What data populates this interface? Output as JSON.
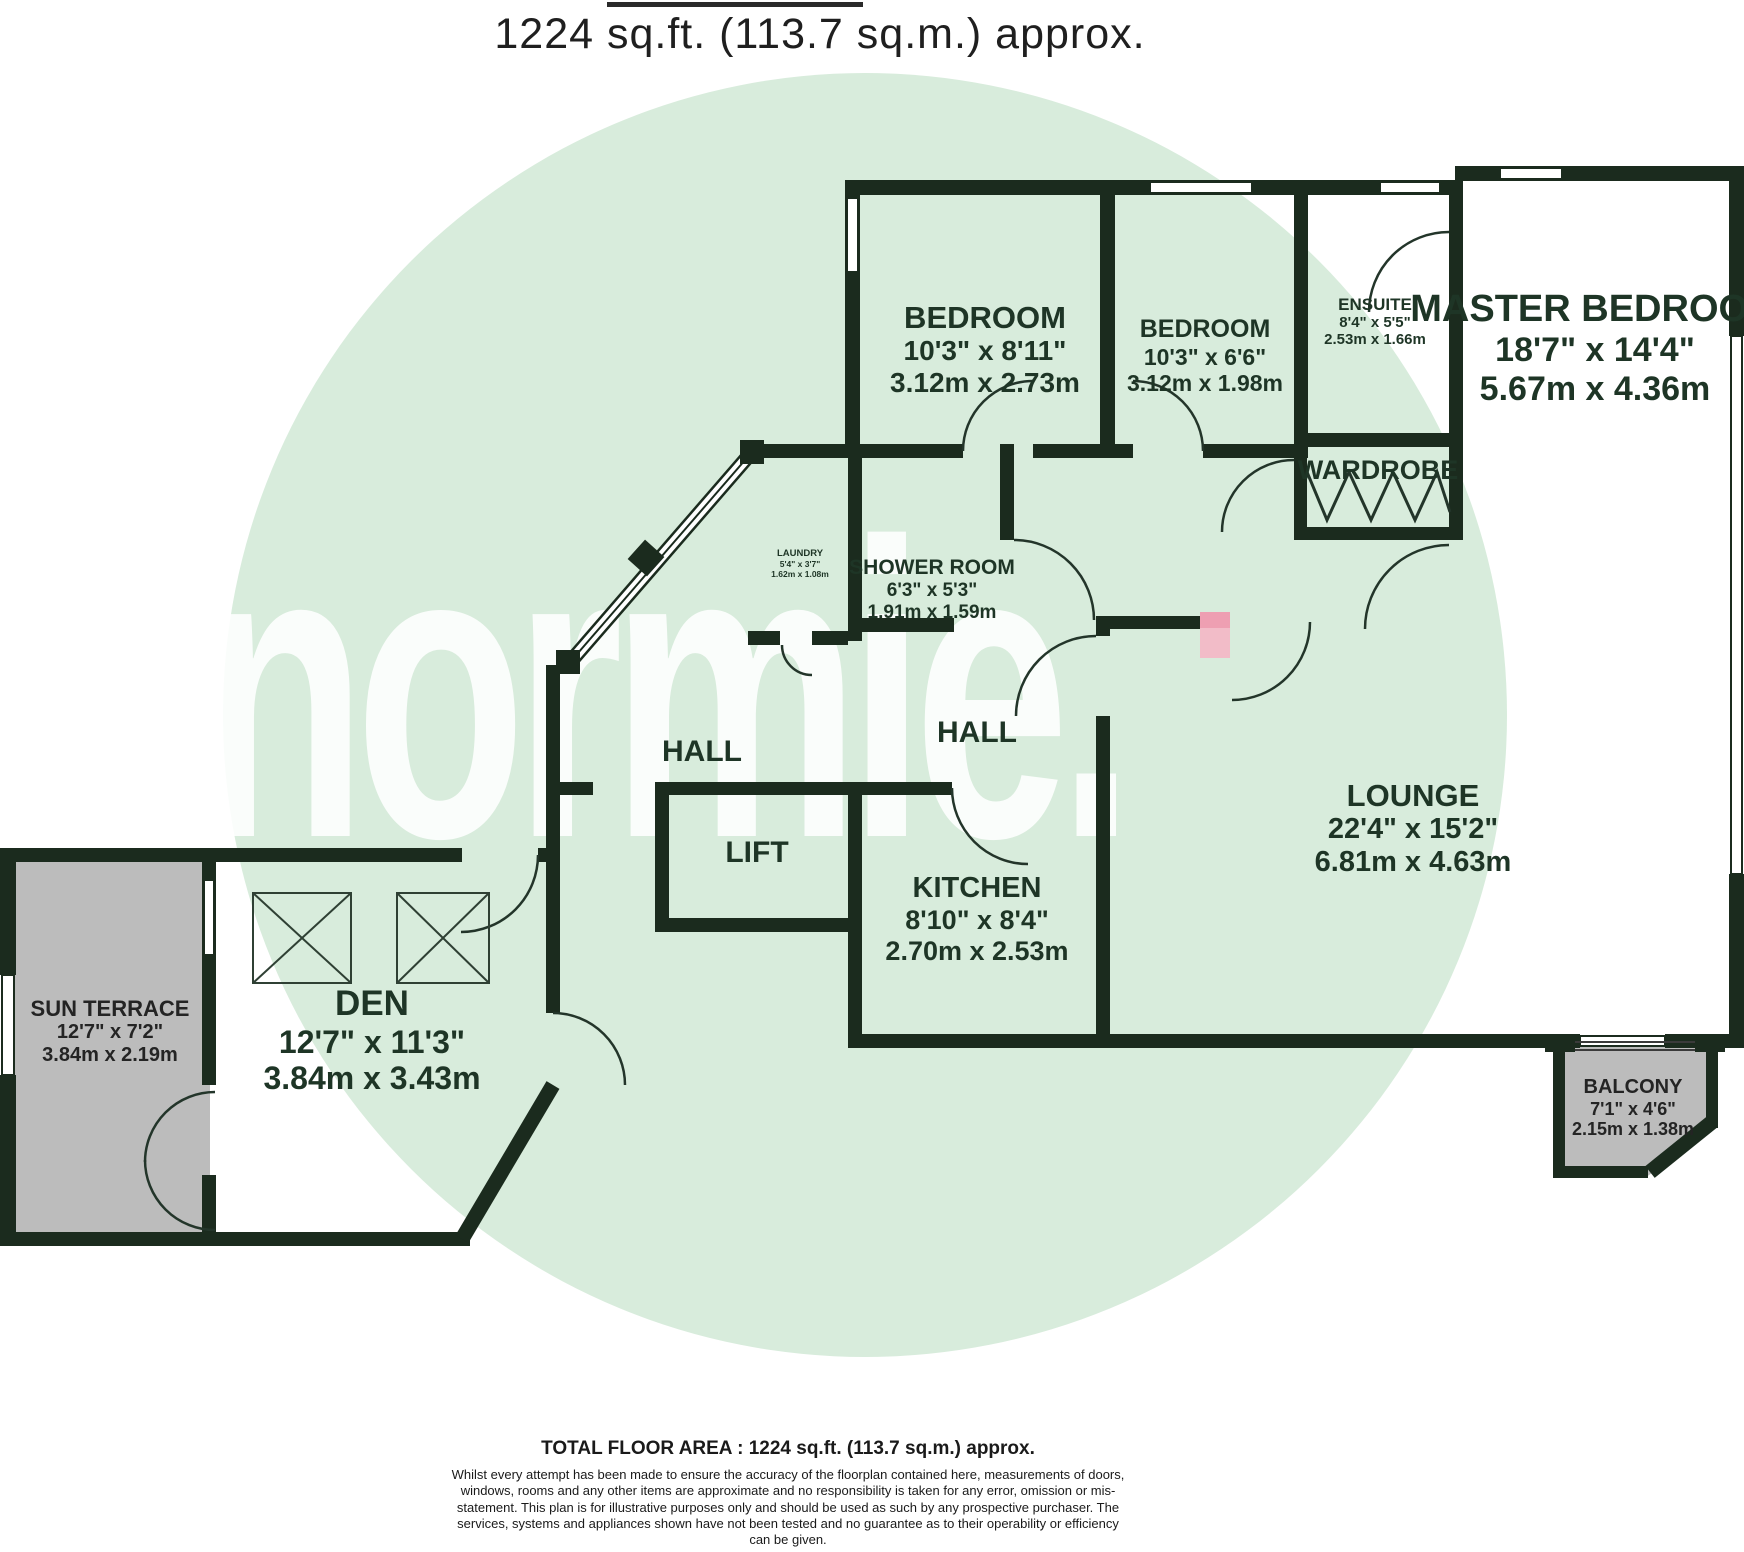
{
  "page": {
    "title": "1224 sq.ft. (113.7 sq.m.) approx.",
    "watermark": "normie."
  },
  "colors": {
    "circle": "#d8ecdc",
    "wall": "#1b2b1e",
    "room_label": "#1e3526",
    "terrace_fill": "#bcbcbc",
    "pink_marker": "#f2bcc8"
  },
  "rooms": {
    "bedroom1": {
      "name": "BEDROOM",
      "imperial": "10'3\" x 8'11\"",
      "metric": "3.12m x 2.73m"
    },
    "bedroom2": {
      "name": "BEDROOM",
      "imperial": "10'3\" x 6'6\"",
      "metric": "3.12m x 1.98m"
    },
    "ensuite": {
      "name": "ENSUITE",
      "imperial": "8'4\" x 5'5\"",
      "metric": "2.53m x 1.66m"
    },
    "master": {
      "name": "MASTER BEDROOM",
      "imperial": "18'7\" x 14'4\"",
      "metric": "5.67m x 4.36m"
    },
    "laundry": {
      "name": "LAUNDRY",
      "imperial": "5'4\" x 3'7\"",
      "metric": "1.62m x 1.08m"
    },
    "shower": {
      "name": "SHOWER ROOM",
      "imperial": "6'3\" x 5'3\"",
      "metric": "1.91m x 1.59m"
    },
    "lounge": {
      "name": "LOUNGE",
      "imperial": "22'4\" x 15'2\"",
      "metric": "6.81m x 4.63m"
    },
    "kitchen": {
      "name": "KITCHEN",
      "imperial": "8'10\" x 8'4\"",
      "metric": "2.70m x 2.53m"
    },
    "den": {
      "name": "DEN",
      "imperial": "12'7\" x 11'3\"",
      "metric": "3.84m x 3.43m"
    },
    "sun_terrace": {
      "name": "SUN TERRACE",
      "imperial": "12'7\" x 7'2\"",
      "metric": "3.84m x 2.19m"
    },
    "balcony": {
      "name": "BALCONY",
      "imperial": "7'1\" x 4'6\"",
      "metric": "2.15m x 1.38m"
    }
  },
  "areas": {
    "wardrobe": "WARDROBE",
    "hall_left": "HALL",
    "hall_right": "HALL",
    "lift": "LIFT"
  },
  "footer": {
    "total": "TOTAL FLOOR AREA : 1224 sq.ft. (113.7 sq.m.) approx.",
    "disclaimer": "Whilst every attempt has been made to ensure the accuracy of the floorplan contained here, measurements of doors, windows, rooms and any other items are approximate and no responsibility is taken for any error, omission or mis-statement. This plan is for illustrative purposes only and should be used as such by any prospective purchaser. The services, systems and appliances shown have not been tested and no guarantee as to their operability or efficiency can be given."
  }
}
